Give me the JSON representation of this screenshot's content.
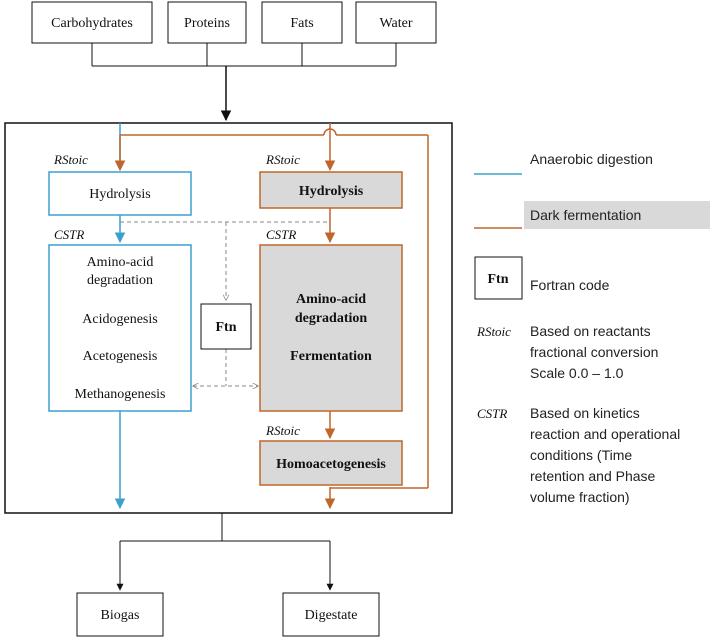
{
  "inputs": [
    "Carbohydrates",
    "Proteins",
    "Fats",
    "Water"
  ],
  "model_labels": {
    "rstoic": "RStoic",
    "cstr": "CSTR"
  },
  "anaerobic": {
    "hydrolysis": "Hydrolysis",
    "processes": [
      "Amino-acid",
      "degradation",
      "Acidogenesis",
      "Acetogenesis",
      "Methanogenesis"
    ]
  },
  "dark": {
    "hydrolysis": "Hydrolysis",
    "processes": [
      "Amino-acid",
      "degradation",
      "Fermentation"
    ],
    "homoacetogenesis": "Homoacetogenesis"
  },
  "fortran_box": "Ftn",
  "outputs": [
    "Biogas",
    "Digestate"
  ],
  "legend": {
    "anaerobic_digestion": "Anaerobic digestion",
    "dark_fermentation": "Dark fermentation",
    "ftn_label": "Ftn",
    "fortran_code": "Fortran code",
    "rstoic_label": "RStoic",
    "rstoic_desc": [
      "Based on reactants",
      "fractional conversion",
      "Scale 0.0 – 1.0"
    ],
    "cstr_label": "CSTR",
    "cstr_desc": [
      "Based on kinetics",
      "reaction and operational",
      "conditions (Time",
      "retention and Phase",
      "volume fraction)"
    ]
  },
  "colors": {
    "anaerobic_blue": "#3aa0cf",
    "dark_orange": "#c0662a",
    "gray_fill": "#d9d9d9"
  }
}
